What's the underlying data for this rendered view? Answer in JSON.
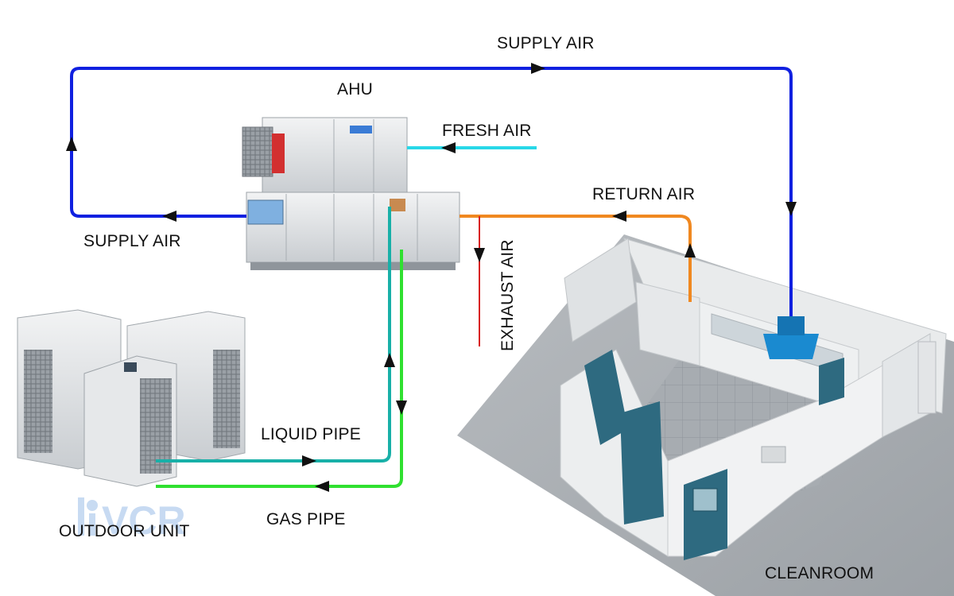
{
  "labels": {
    "supply_air_top": "SUPPLY AIR",
    "ahu": "AHU",
    "fresh_air": "FRESH AIR",
    "return_air": "RETURN AIR",
    "supply_air_left": "SUPPLY AIR",
    "exhaust_air": "EXHAUST AIR",
    "liquid_pipe": "LIQUID PIPE",
    "gas_pipe": "GAS PIPE",
    "outdoor_unit": "OUTDOOR UNIT",
    "cleanroom": "CLEANROOM"
  },
  "watermark": {
    "text": "VCR"
  },
  "colors": {
    "supply_air": "#1020e0",
    "fresh_air": "#28d8e8",
    "return_air": "#f08820",
    "exhaust_air": "#d82020",
    "liquid_pipe": "#18b0a8",
    "gas_pipe": "#30e030",
    "unit_body": "#dcdfe2",
    "cleanroom_wall": "#eceeef",
    "cleanroom_door": "#2e6a80",
    "diffuser": "#1a8ad0",
    "watermark": "#9bbde8"
  }
}
